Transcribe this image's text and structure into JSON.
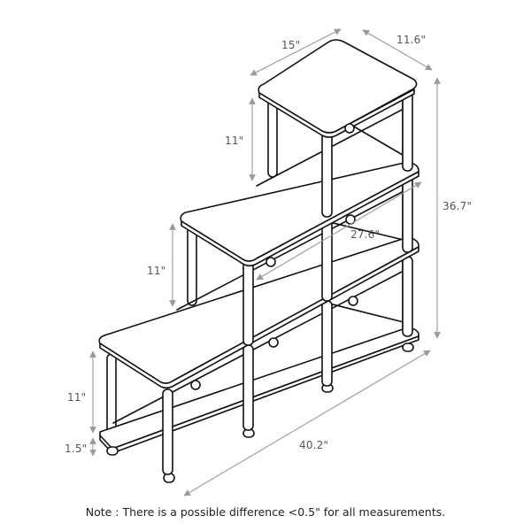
{
  "diagram": {
    "subject": "3-tier stepped display shelf with round posts",
    "dimensions": {
      "top_width": "15\"",
      "top_depth": "11.6\"",
      "total_height": "36.7\"",
      "tier1_clearance": "11\"",
      "tier2_clearance": "11\"",
      "tier3_clearance": "11\"",
      "foot_height": "1.5\"",
      "middle_width": "27.6\"",
      "overall_width": "40.2\""
    },
    "note": "Note : There is a possible difference <0.5\" for all measurements.",
    "colors": {
      "line": "#111111",
      "dimension_line": "#9a9a9a",
      "label_text": "#555555",
      "background": "#ffffff"
    }
  }
}
